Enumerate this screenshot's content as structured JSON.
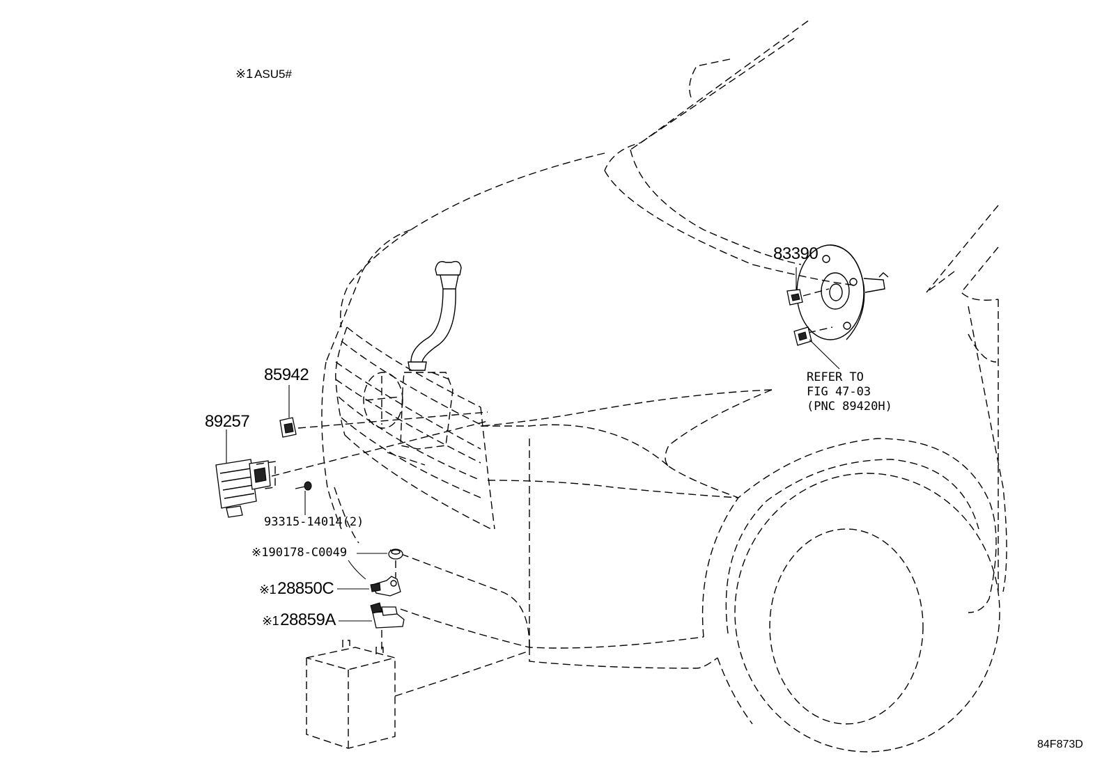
{
  "header_note": {
    "mark": "※1",
    "text": "ASU5#"
  },
  "parts": {
    "p83390": "83390",
    "p85942": "85942",
    "p89257": "89257",
    "p93315": "93315-14014(2)",
    "p90178": {
      "mark": "※1",
      "text": "90178-C0049"
    },
    "p28850c": {
      "mark": "※1",
      "text": "28850C"
    },
    "p28859a": {
      "mark": "※1",
      "text": "28859A"
    }
  },
  "refer": {
    "line1": "REFER TO",
    "line2": "FIG 47-03",
    "line3": "(PNC 89420H)"
  },
  "figure_code": "84F873D"
}
